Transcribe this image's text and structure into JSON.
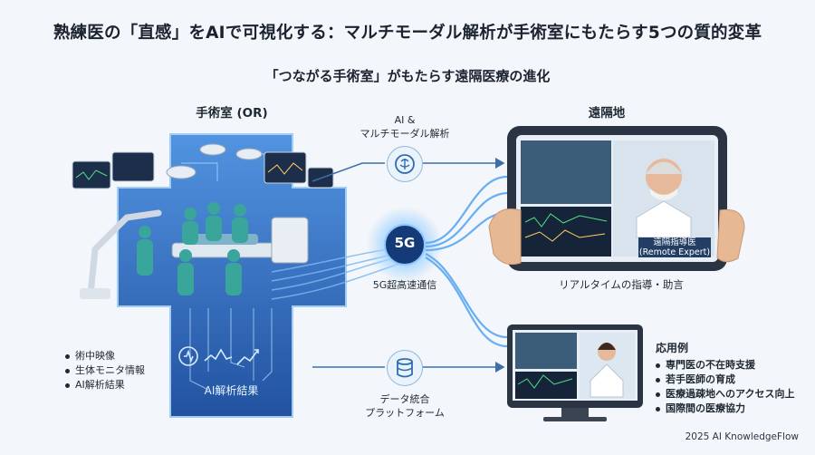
{
  "title": "熟練医の「直感」をAIで可視化する：マルチモーダル解析が手術室にもたらす5つの質的変革",
  "subtitle": "「つながる手術室」がもたらす遠隔医療の進化",
  "or_section": {
    "label": "手術室 (OR)",
    "inputs": [
      "術中映像",
      "生体モニタ情報",
      "AI解析結果"
    ],
    "cross_label": "AI解析結果"
  },
  "ai_node": {
    "label_line1": "AI &",
    "label_line2": "マルチモーダル解析"
  },
  "net_node": {
    "badge": "5G",
    "label": "5G超高速通信"
  },
  "data_node": {
    "label_line1": "データ統合",
    "label_line2": "プラットフォーム"
  },
  "remote_section": {
    "label": "遠隔地",
    "expert_line1": "遠隔指導医",
    "expert_line2": "(Remote Expert)",
    "caption": "リアルタイムの指導・助言"
  },
  "applications": {
    "heading": "応用例",
    "items": [
      "専門医の不在時支援",
      "若手医師の育成",
      "医療過疎地へのアクセス向上",
      "国際間の医療協力"
    ]
  },
  "footer": "2025 AI KnowledgeFlow",
  "colors": {
    "cross": "#2e6fc4",
    "accent": "#1f6fd1",
    "node_border": "#8fb8dc"
  }
}
